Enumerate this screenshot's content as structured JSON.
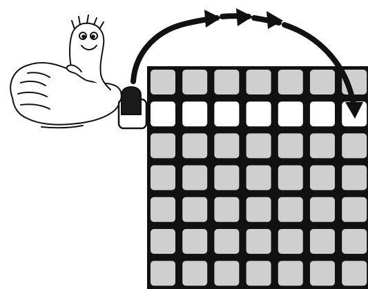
{
  "colors": {
    "background": "#ffffff",
    "ink": "#111111",
    "cell_gray": "#cfcfcf",
    "cell_highlight": "#ffffff"
  },
  "grid": {
    "columns": 7,
    "rows_visible": 7,
    "highlighted_row": 2,
    "highlight_fill": "white",
    "cell_fill": "light-gray"
  },
  "icons": {
    "character": "cartoon-bird-character-icon",
    "piece": "dark-tile-piece-icon",
    "arrow": "curved-arrow-icon"
  }
}
